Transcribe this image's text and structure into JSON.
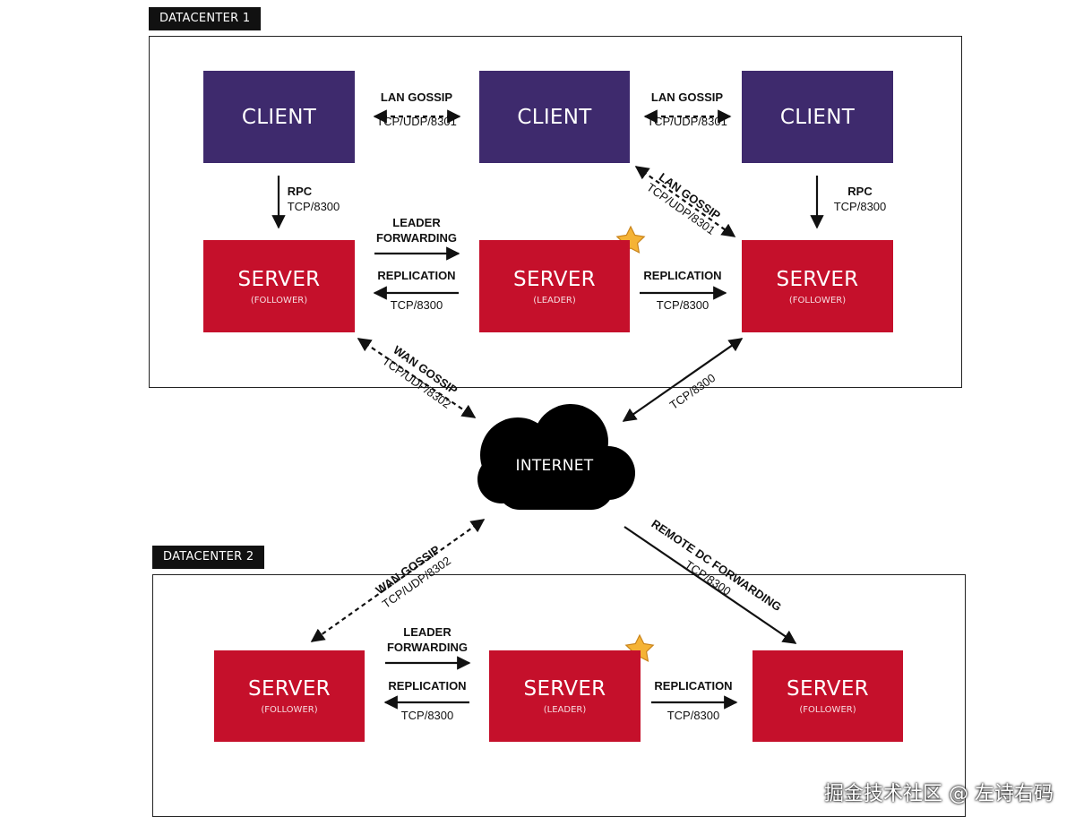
{
  "datacenter1": {
    "tab": "DATACENTER 1",
    "clients": [
      {
        "label": "CLIENT"
      },
      {
        "label": "CLIENT"
      },
      {
        "label": "CLIENT"
      }
    ],
    "servers": [
      {
        "label": "SERVER",
        "role": "(FOLLOWER)"
      },
      {
        "label": "SERVER",
        "role": "(LEADER)"
      },
      {
        "label": "SERVER",
        "role": "(FOLLOWER)"
      }
    ],
    "links": {
      "lan_gossip_1": {
        "title": "LAN GOSSIP",
        "port": "TCP/UDP/8301"
      },
      "lan_gossip_2": {
        "title": "LAN GOSSIP",
        "port": "TCP/UDP/8301"
      },
      "lan_gossip_diag": {
        "title": "LAN GOSSIP",
        "port": "TCP/UDP/8301"
      },
      "rpc_left": {
        "title": "RPC",
        "port": "TCP/8300"
      },
      "rpc_right": {
        "title": "RPC",
        "port": "TCP/8300"
      },
      "leader_forwarding": {
        "title1": "LEADER",
        "title2": "FORWARDING"
      },
      "replication_left": {
        "title": "REPLICATION",
        "port": "TCP/8300"
      },
      "replication_right": {
        "title": "REPLICATION",
        "port": "TCP/8300"
      },
      "wan_gossip": {
        "title": "WAN GOSSIP",
        "port": "TCP/UDP/8302"
      },
      "internet_tcp": {
        "port": "TCP/8300"
      }
    }
  },
  "internet": {
    "label": "INTERNET"
  },
  "datacenter2": {
    "tab": "DATACENTER 2",
    "servers": [
      {
        "label": "SERVER",
        "role": "(FOLLOWER)"
      },
      {
        "label": "SERVER",
        "role": "(LEADER)"
      },
      {
        "label": "SERVER",
        "role": "(FOLLOWER)"
      }
    ],
    "links": {
      "wan_gossip": {
        "title": "WAN GOSSIP",
        "port": "TCP/UDP/8302"
      },
      "remote_dc": {
        "title": "REMOTE DC FORWARDING",
        "port": "TCP/8300"
      },
      "leader_forwarding": {
        "title1": "LEADER",
        "title2": "FORWARDING"
      },
      "replication_left": {
        "title": "REPLICATION",
        "port": "TCP/8300"
      },
      "replication_right": {
        "title": "REPLICATION",
        "port": "TCP/8300"
      }
    }
  },
  "watermark": "掘金技术社区 @ 左诗右码",
  "colors": {
    "client": "#3e2a6d",
    "server": "#c5102b",
    "star": "#f5b335",
    "cloud": "#000000"
  },
  "icons": {
    "leader_marker": "star-icon",
    "network": "cloud-icon"
  }
}
